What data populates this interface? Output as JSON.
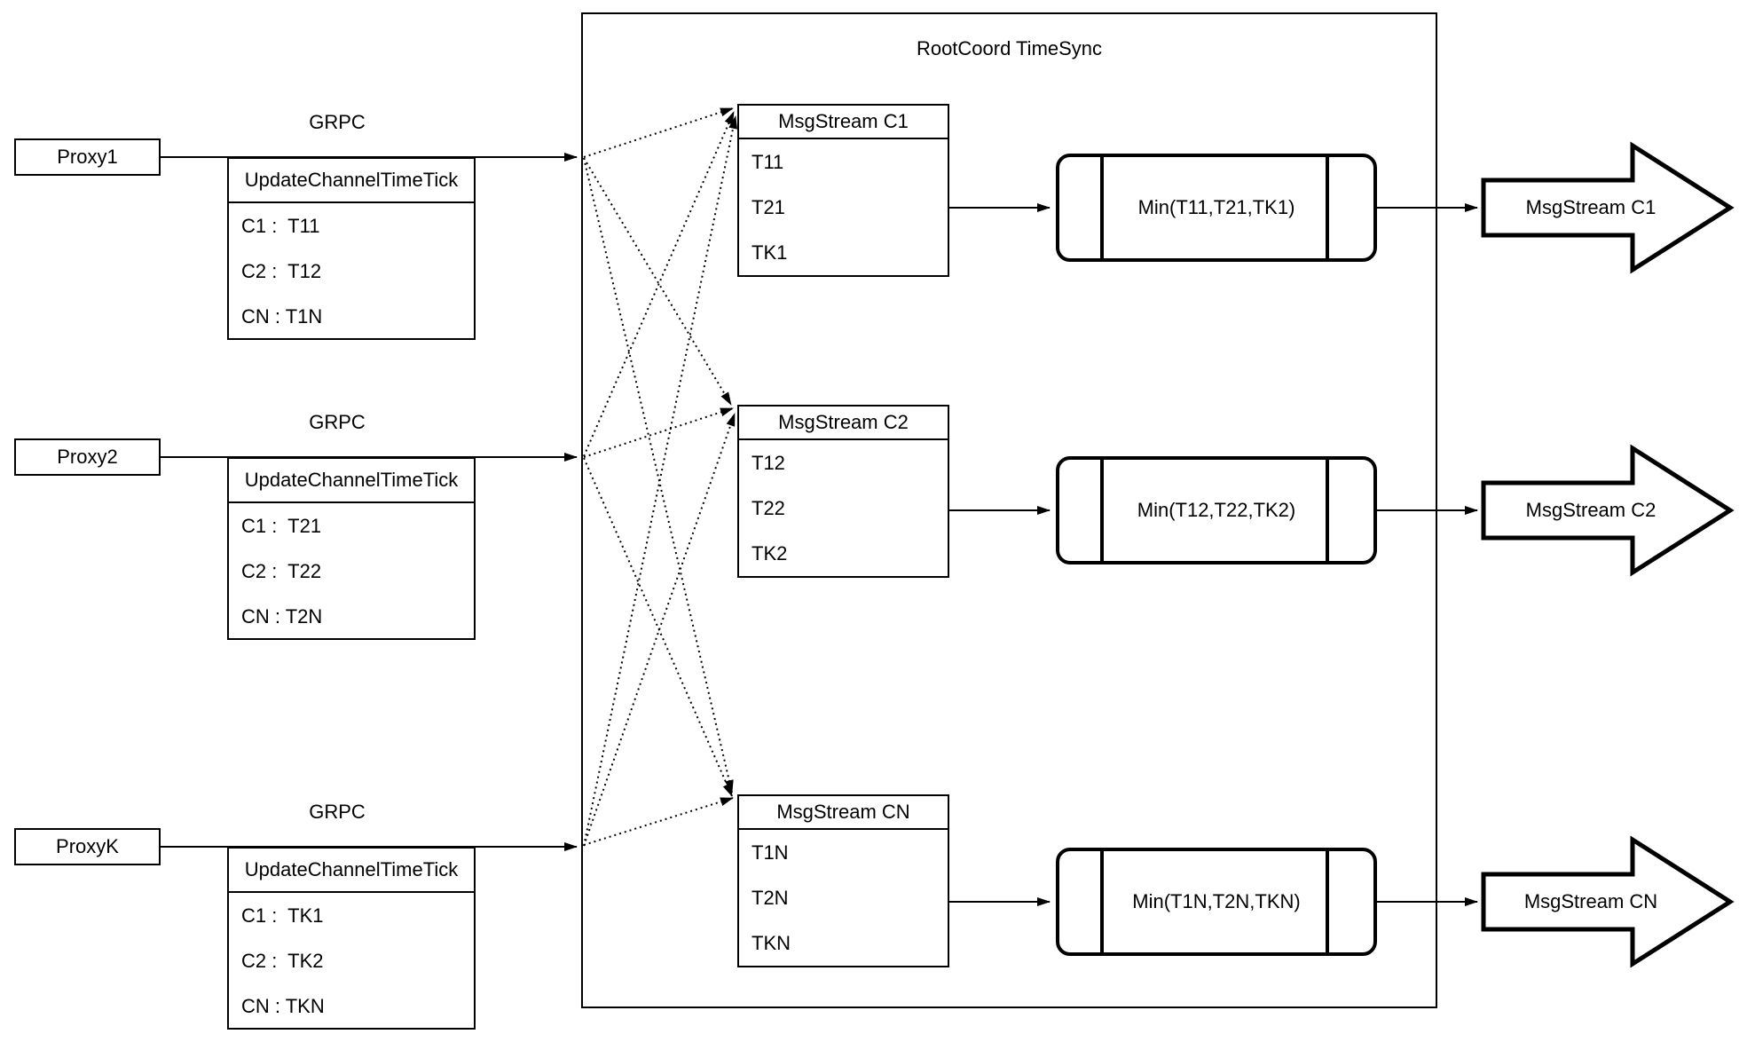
{
  "diagram": {
    "container_title": "RootCoord TimeSync",
    "colors": {
      "stroke": "#000000",
      "background": "#ffffff"
    },
    "proxies": [
      {
        "name": "Proxy1",
        "protocol": "GRPC",
        "table": {
          "header": "UpdateChannelTimeTick",
          "rows": [
            "C1 :  T11",
            "C2 :  T12",
            "CN : T1N"
          ]
        }
      },
      {
        "name": "Proxy2",
        "protocol": "GRPC",
        "table": {
          "header": "UpdateChannelTimeTick",
          "rows": [
            "C1 :  T21",
            "C2 :  T22",
            "CN : T2N"
          ]
        }
      },
      {
        "name": "ProxyK",
        "protocol": "GRPC",
        "table": {
          "header": "UpdateChannelTimeTick",
          "rows": [
            "C1 :  TK1",
            "C2 :  TK2",
            "CN : TKN"
          ]
        }
      }
    ],
    "streams": [
      {
        "table_header": "MsgStream C1",
        "rows": [
          "T11",
          "T21",
          "TK1"
        ],
        "min_label": "Min(T11,T21,TK1)",
        "output_label": "MsgStream C1"
      },
      {
        "table_header": "MsgStream C2",
        "rows": [
          "T12",
          "T22",
          "TK2"
        ],
        "min_label": "Min(T12,T22,TK2)",
        "output_label": "MsgStream C2"
      },
      {
        "table_header": "MsgStream CN",
        "rows": [
          "T1N",
          "T2N",
          "TKN"
        ],
        "min_label": "Min(T1N,T2N,TKN)",
        "output_label": "MsgStream CN"
      }
    ]
  }
}
